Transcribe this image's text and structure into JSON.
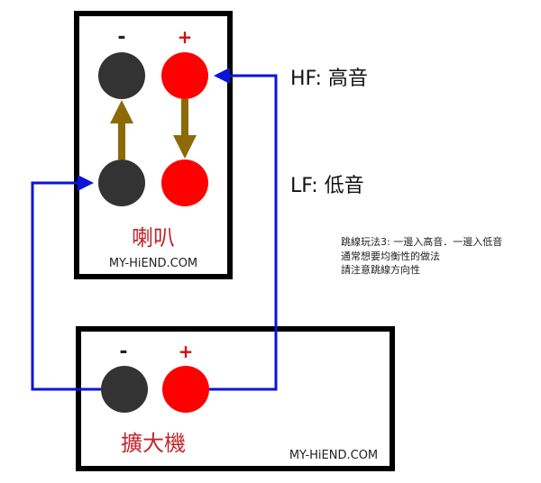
{
  "speaker": {
    "label": "喇叭",
    "brand": "MY-HiEND.COM",
    "minus": "-",
    "plus": "+"
  },
  "amplifier": {
    "label": "擴大機",
    "brand": "MY-HiEND.COM",
    "minus": "-",
    "plus": "+"
  },
  "labels": {
    "hf": "HF: 高音",
    "lf": "LF: 低音"
  },
  "note": [
    "跳線玩法3: 一邊入高音．一邊入低音",
    "通常想要均衡性的做法",
    "請注意跳線方向性"
  ],
  "colors": {
    "wire": "#0a14d8",
    "jumper": "#8c6a08",
    "red": "#ff0000",
    "black": "#333333",
    "label_red": "#c0272d"
  }
}
